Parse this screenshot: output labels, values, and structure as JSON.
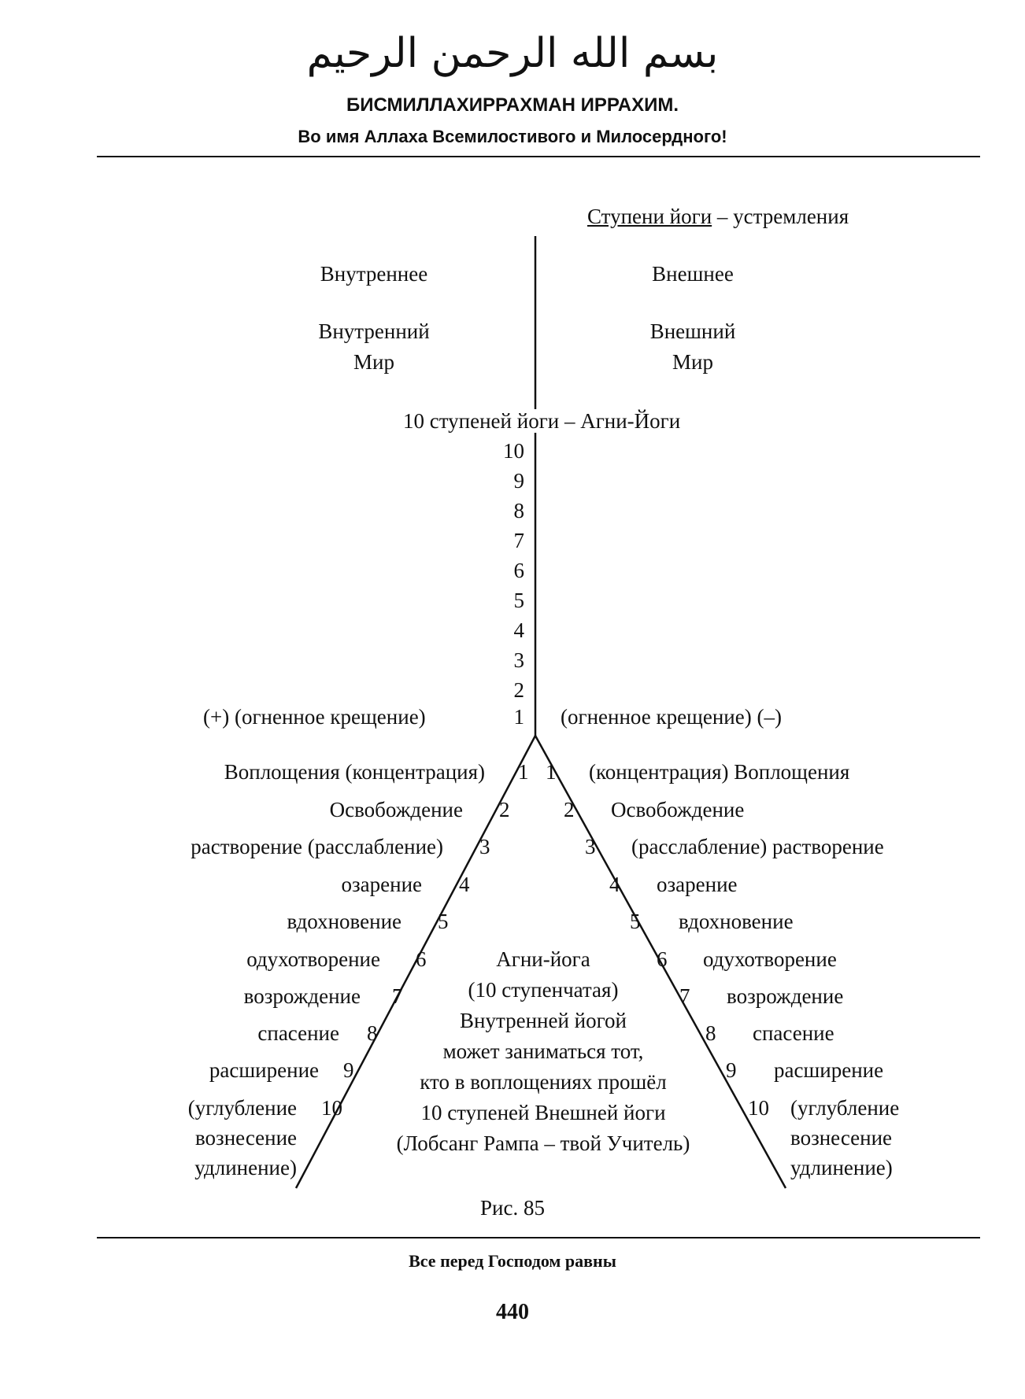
{
  "header": {
    "arabic": "بسم الله الرحمن الرحيم",
    "title": "БИСМИЛЛАХИРРАХМАН ИРРАХИМ.",
    "subtitle": "Во имя Аллаха Всемилостивого и Милосердного!"
  },
  "diagram": {
    "heading_underlined": "Ступени йоги",
    "heading_rest": " – устремления",
    "inner": "Внутреннее",
    "outer": "Внешнее",
    "inner_world_1": "Внутренний",
    "inner_world_2": "Мир",
    "outer_world_1": "Внешний",
    "outer_world_2": "Мир",
    "steps_title": "10 ступеней йоги – Агни-Йоги",
    "vertical_numbers": [
      "10",
      "9",
      "8",
      "7",
      "6",
      "5",
      "4",
      "3",
      "2",
      "1"
    ],
    "baptism_left": "(+) (огненное крещение)",
    "baptism_right": "(огненное крещение) (–)",
    "left_labels": [
      "Воплощения (концентрация)",
      "Освобождение",
      "растворение (расслабление)",
      "озарение",
      "вдохновение",
      "одухотворение",
      "возрождение",
      "спасение",
      "расширение",
      "(углубление"
    ],
    "right_labels": [
      "(концентрация) Воплощения",
      "Освобождение",
      "(расслабление) растворение",
      "озарение",
      "вдохновение",
      "одухотворение",
      "возрождение",
      "спасение",
      "расширение",
      "(углубление"
    ],
    "branch_numbers": [
      "1",
      "2",
      "3",
      "4",
      "5",
      "6",
      "7",
      "8",
      "9",
      "10"
    ],
    "left_tail": [
      "вознесение",
      "удлинение)"
    ],
    "right_tail": [
      "вознесение",
      "удлинение)"
    ],
    "center_text": [
      "Агни-йога",
      "(10 ступенчатая)",
      "Внутренней йогой",
      "может заниматься тот,",
      "кто в воплощениях прошёл",
      "10 ступеней Внешней йоги",
      "(Лобсанг Рампа – твой Учитель)"
    ],
    "caption": "Рис. 85"
  },
  "footer": {
    "text": "Все перед Господом равны",
    "page_number": "440"
  }
}
